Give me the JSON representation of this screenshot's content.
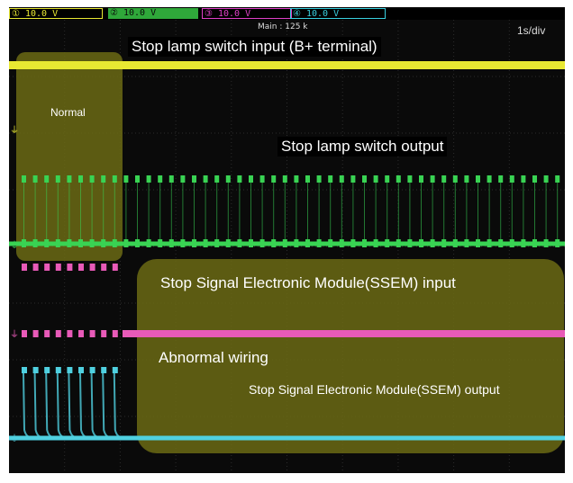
{
  "scope": {
    "channels": [
      {
        "id": "1",
        "reading": "10.0 V",
        "color": "#e8e832"
      },
      {
        "id": "2",
        "reading": "10.0 V",
        "color": "#39d353"
      },
      {
        "id": "3",
        "reading": "10.0 V",
        "color": "#e040c8"
      },
      {
        "id": "4",
        "reading": "10.0 V",
        "color": "#39d0e0"
      }
    ],
    "timebase": "1s/div",
    "main_info": "Main : 125 k"
  },
  "labels": {
    "ch1": "Stop lamp switch input (B+ terminal)",
    "ch2": "Stop lamp switch output",
    "ch3": "Stop Signal Electronic Module(SSEM) input",
    "ch4": "Stop Signal Electronic Module(SSEM) output",
    "normal": "Normal",
    "abnormal": "Abnormal wiring"
  },
  "colors": {
    "ch1": "#e8e832",
    "ch2": "#39d353",
    "ch3": "#e85ab8",
    "ch4": "#4fd0e0",
    "highlight": "#6b6a14"
  }
}
